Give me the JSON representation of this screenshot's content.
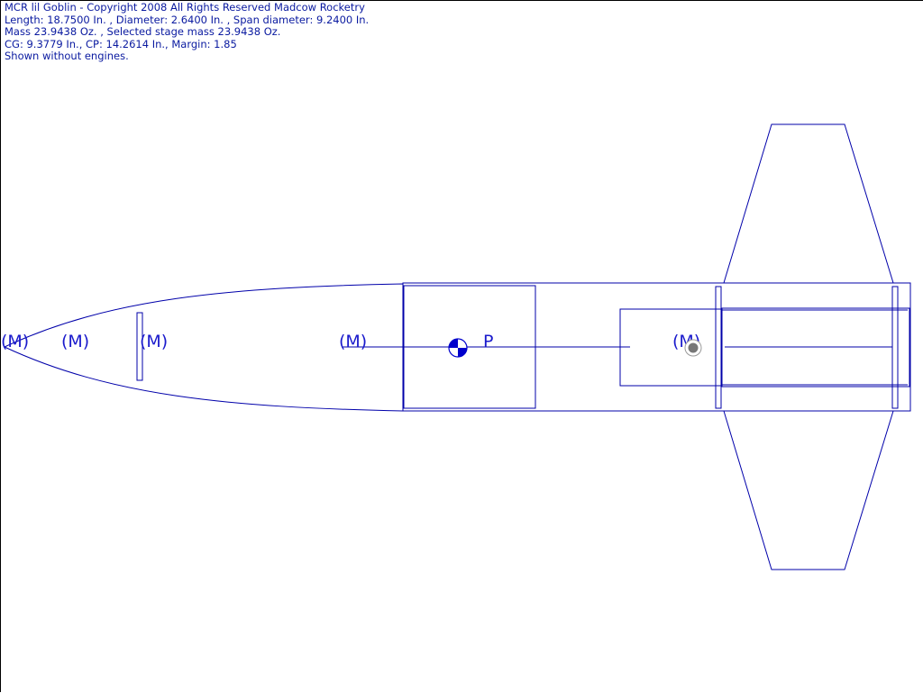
{
  "colors": {
    "outline": "#0000aa",
    "text": "#0a1aa0",
    "marker_text": "#1a1acc",
    "cg_fill": "#0000cc",
    "cp_marker": "#777777",
    "frame": "#000000"
  },
  "info": {
    "title": "MCR lil Goblin - Copyright 2008 All Rights Reserved Madcow Rocketry",
    "dimensions": "Length: 18.7500 In. , Diameter: 2.6400 In. , Span diameter: 9.2400 In.",
    "mass": "Mass 23.9438 Oz. , Selected stage mass 23.9438 Oz.",
    "stability": "CG: 9.3779 In., CP: 14.2614 In., Margin: 1.85",
    "engines_note": "Shown without engines."
  },
  "diagram": {
    "mass_markers": [
      "(M)",
      "(M)",
      "(M)",
      "(M)",
      "(M)"
    ],
    "cp_label": "P",
    "cg_icon": "cg-symbol",
    "cp_icon": "cp-dot"
  }
}
